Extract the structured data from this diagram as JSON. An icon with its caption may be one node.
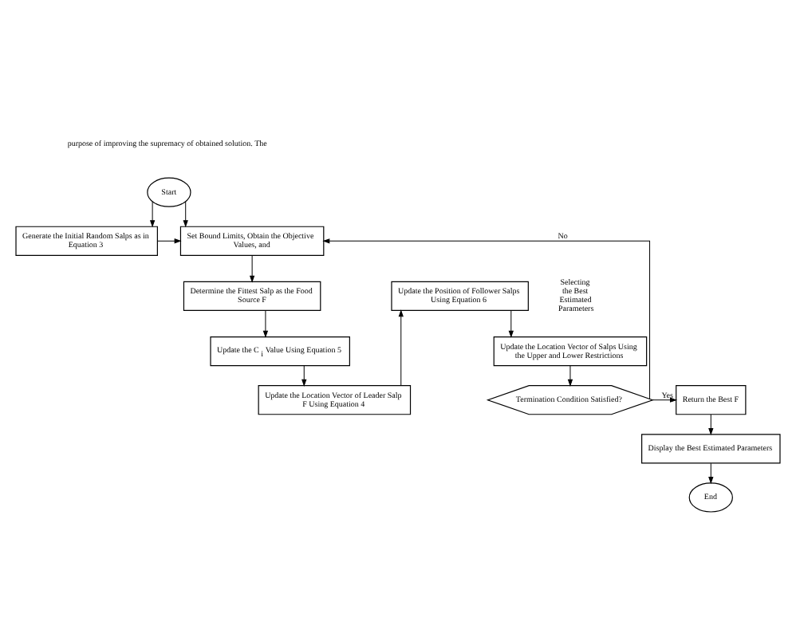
{
  "diagram": {
    "nodes": [
      {
        "text": [
          "Start"
        ]
      },
      {
        "text": [
          "Generate the Initial Random Salps as in Equation 3"
        ]
      },
      {
        "text": [
          "Set Bound Limits, Obtain the Objective Values, and"
        ]
      },
      {
        "text": [
          "Determine the Fittest Salp as the Food Source F"
        ]
      },
      {
        "text": [
          "Update the C$_{i}$ Value Using Equation 5"
        ]
      },
      {
        "text": [
          "Update the Location Vector of Leader Salp F Using Equation 4"
        ]
      },
      {
        "text": [
          "Update the Position of Follower Salps Using Equation 6"
        ]
      },
      {
        "text": [
          "Update the Location Vector of Salps Using the Upper and Lower Restrictions"
        ]
      },
      {
        "text": [
          "Termination Condition Satisfied?"
        ]
      },
      {
        "text": [
          "Return the Best F"
        ]
      },
      {
        "text": [
          "Display the Best Estimated Parameters"
        ]
      },
      {
        "text": [
          "End"
        ]
      }
    ],
    "edges": [
      {
        "from": 0,
        "to": 1,
        "arrow": "to"
      },
      {
        "from": 0,
        "to": 2,
        "arrow": "to"
      },
      {
        "from": 1,
        "to": 2,
        "arrow": "to"
      },
      {
        "from": 2,
        "to": 3,
        "arrow": "to"
      },
      {
        "from": 3,
        "to": 4,
        "arrow": "to"
      },
      {
        "from": 4,
        "to": 5,
        "arrow": "to"
      },
      {
        "from": 5,
        "to": 6,
        "arrow": "to"
      },
      {
        "from": 6,
        "to": 7,
        "arrow": "to"
      },
      {
        "from": 7,
        "to": 8,
        "arrow": "to"
      },
      {
        "from": 8,
        "to": 9,
        "arrow": "to",
        "label": "Yes"
      },
      {
        "from": 8,
        "to": 2,
        "arrow": "to",
        "label": "No"
      },
      {
        "from": 9,
        "to": 10,
        "arrow": "to"
      },
      {
        "from": 10,
        "to": 11,
        "arrow": "to"
      }
    ],
    "labels": [
      "purpose of improving the supremacy of obtained solution. The",
      "Selecting the Best Estimated Parameters"
    ]
  }
}
